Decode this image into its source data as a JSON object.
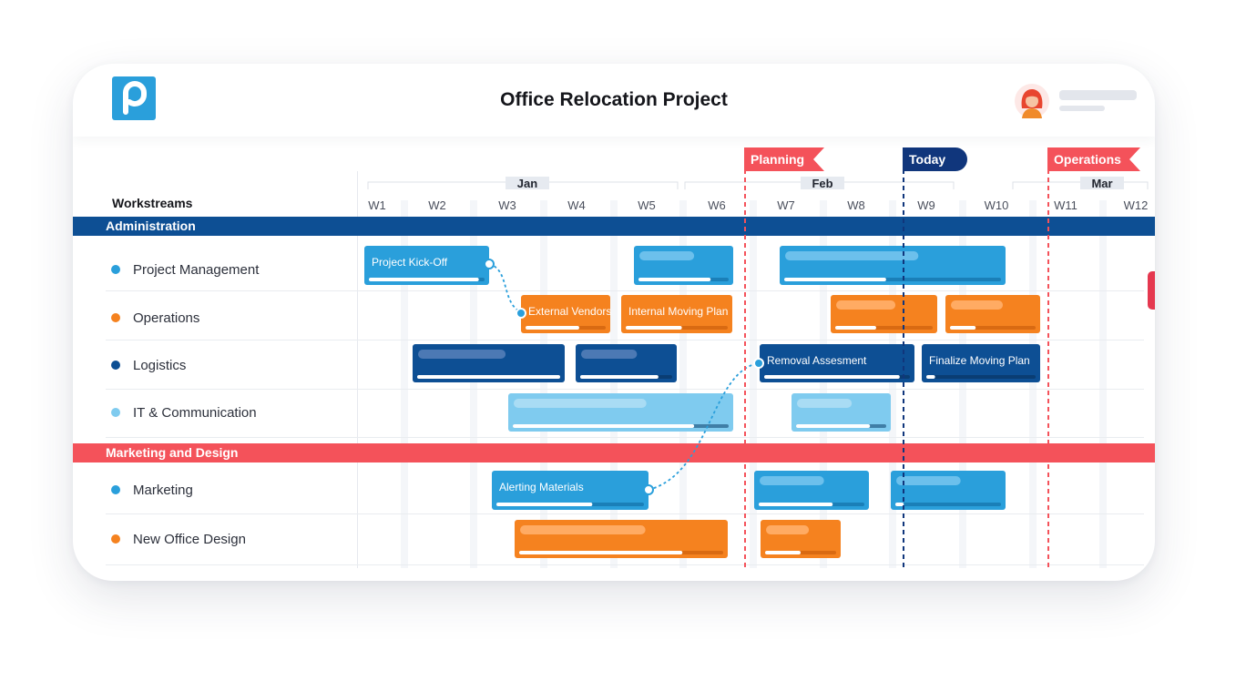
{
  "app": {
    "title": "Office Relocation Project",
    "logo_icon": "p-logo-icon",
    "user_icon": "user-avatar-icon"
  },
  "timeline": {
    "workstreams_header": "Workstreams",
    "months": [
      "Jan",
      "Feb",
      "Mar"
    ],
    "weeks": [
      "W1",
      "W2",
      "W3",
      "W4",
      "W5",
      "W6",
      "W7",
      "W8",
      "W9",
      "W10",
      "W11",
      "W12"
    ]
  },
  "milestones": [
    {
      "label": "Planning",
      "color": "#f4525a"
    },
    {
      "label": "Today",
      "color": "#10367c"
    },
    {
      "label": "Operations",
      "color": "#f4525a"
    }
  ],
  "groups": [
    {
      "name": "Administration",
      "color": "#0d4f94",
      "rows": [
        {
          "name": "Project Management",
          "color": "#2a9fdb",
          "tasks": [
            {
              "label": "Project Kick-Off",
              "progress": 0.95
            },
            {
              "label": "",
              "progress": 0.8
            },
            {
              "label": "",
              "progress": 0.47
            }
          ]
        },
        {
          "name": "Operations",
          "color": "#f5821f",
          "tasks": [
            {
              "label": "External Vendors",
              "progress": 0.67
            },
            {
              "label": "Internal Moving Plan",
              "progress": 0.55
            },
            {
              "label": "",
              "progress": 0.42
            },
            {
              "label": "",
              "progress": 0.3
            }
          ]
        },
        {
          "name": "Logistics",
          "color": "#0d4f94",
          "tasks": [
            {
              "label": "",
              "progress": 1.0
            },
            {
              "label": "",
              "progress": 0.85
            },
            {
              "label": "Removal Assesment",
              "progress": 0.93
            },
            {
              "label": "Finalize Moving Plan",
              "progress": 0.08
            }
          ]
        },
        {
          "name": "IT & Communication",
          "color": "#7fcbef",
          "tasks": [
            {
              "label": "",
              "progress": 0.84
            },
            {
              "label": "",
              "progress": 0.82
            }
          ]
        }
      ]
    },
    {
      "name": "Marketing and Design",
      "color": "#f4525a",
      "rows": [
        {
          "name": "Marketing",
          "color": "#2a9fdb",
          "tasks": [
            {
              "label": "Alerting Materials",
              "progress": 0.65
            },
            {
              "label": "",
              "progress": 0.7
            },
            {
              "label": "",
              "progress": 0.08
            }
          ]
        },
        {
          "name": "New Office Design",
          "color": "#f5821f",
          "tasks": [
            {
              "label": "",
              "progress": 0.8
            },
            {
              "label": "",
              "progress": 0.5
            }
          ]
        }
      ]
    }
  ]
}
